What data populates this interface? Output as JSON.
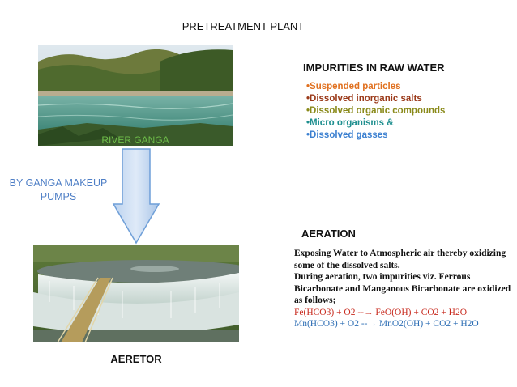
{
  "title": "PRETREATMENT PLANT",
  "river": {
    "label": "RIVER GANGA",
    "image_icon": "river-photo"
  },
  "impurities": {
    "heading": "IMPURITIES IN RAW WATER",
    "items": [
      {
        "text": "Suspended particles",
        "color": "#e0701f"
      },
      {
        "text": "Dissolved inorganic salts",
        "color": "#9b3a1a"
      },
      {
        "text": "Dissolved organic compounds",
        "color": "#8a8a1a"
      },
      {
        "text": "Micro organisms &",
        "color": "#1f8f8f"
      },
      {
        "text": "Dissolved gasses",
        "color": "#3a7fd0"
      }
    ]
  },
  "pumps": {
    "line1": "BY GANGA MAKEUP",
    "line2": "PUMPS",
    "arrow_icon": "down-arrow-icon"
  },
  "aerator": {
    "label": "AERETOR",
    "image_icon": "aerator-photo"
  },
  "aeration": {
    "heading": "AERATION",
    "para1": "Exposing Water to Atmospheric air thereby oxidizing some of the dissolved salts.",
    "para2": "During aeration, two impurities viz. Ferrous Bicarbonate and Manganous Bicarbonate are oxidized as follows;",
    "eq1": "Fe(HCO3) + O2 --→ FeO(OH) + CO2 + H2O",
    "eq2": "Mn(HCO3) + O2 --→ MnO2(OH) + CO2 + H2O"
  }
}
